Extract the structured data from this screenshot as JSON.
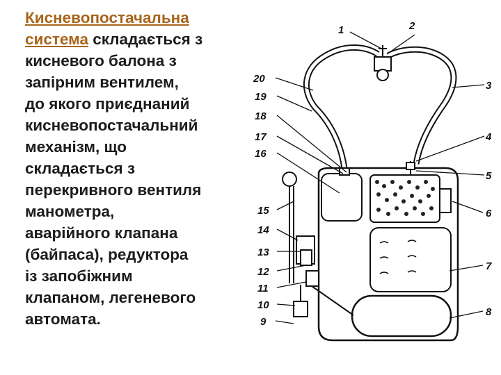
{
  "text": {
    "link_line_1": "Кисневопостачальна",
    "link_line_2": "система",
    "line_2_rest": " складається з",
    "line_3": "кисневого балона з",
    "line_4": "запірним вентилем,",
    "line_5": "до якого приєднаний",
    "line_6": "кисневопостачальний",
    "line_7": "механізм, що",
    "line_8": "складається з",
    "line_9": "перекривного вентиля",
    "line_10": "манометра,",
    "line_11": "аварійного клапана",
    "line_12": "(байпаса), редуктора",
    "line_13": "із запобіжним",
    "line_14": "клапаном, легеневого",
    "line_15": "автомата."
  },
  "diagram": {
    "labels": [
      "1",
      "2",
      "3",
      "4",
      "5",
      "6",
      "7",
      "8",
      "9",
      "10",
      "11",
      "12",
      "13",
      "14",
      "15",
      "16",
      "17",
      "18",
      "19",
      "20"
    ]
  },
  "colors": {
    "link": "#a8651c",
    "text": "#1c1c1c"
  }
}
